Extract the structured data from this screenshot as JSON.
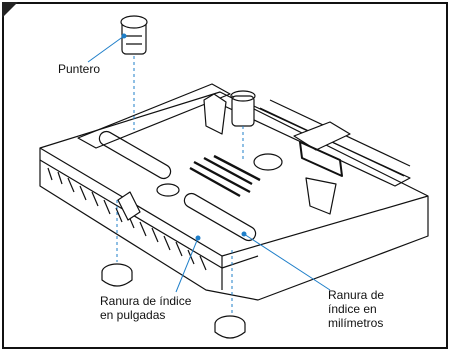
{
  "labels": {
    "pointer": "Puntero",
    "inch_slot_line1": "Ranura de índice",
    "inch_slot_line2": "en pulgadas",
    "mm_slot_line1": "Ranura de",
    "mm_slot_line2": "índice en",
    "mm_slot_line3": "milímetros"
  },
  "colors": {
    "callout_line": "#1f7fc9",
    "callout_dot": "#1f7fc9",
    "drawing_stroke": "#111111"
  }
}
